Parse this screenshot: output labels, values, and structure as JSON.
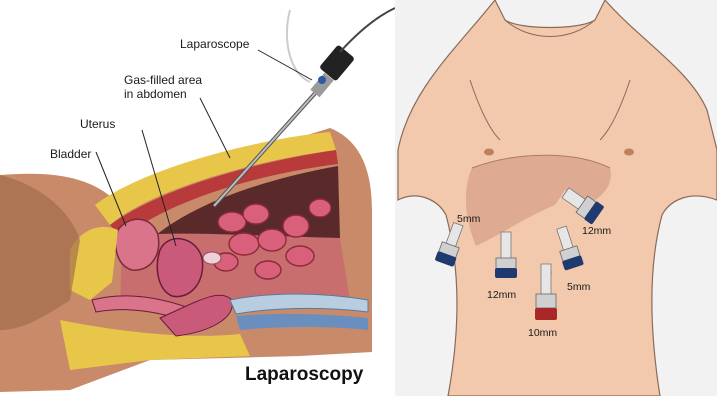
{
  "left_panel": {
    "labels": {
      "laparoscope": "Laparoscope",
      "gas_line1": "Gas-filled area",
      "gas_line2": "in abdomen",
      "uterus": "Uterus",
      "bladder": "Bladder"
    },
    "title": "Laparoscopy"
  },
  "right_panel": {
    "ports": [
      {
        "id": "port-5mm-left",
        "label": "5mm"
      },
      {
        "id": "port-12mm-right",
        "label": "12mm"
      },
      {
        "id": "port-12mm-lower",
        "label": "12mm"
      },
      {
        "id": "port-5mm-lower",
        "label": "5mm"
      },
      {
        "id": "port-10mm-umbilical",
        "label": "10mm"
      }
    ]
  },
  "colors": {
    "skin": "#f3c9ad",
    "skin_outline": "#8a6a58",
    "liver": "#d9a58c",
    "port_blue": "#1e3a6e",
    "port_red": "#a8282a",
    "fat_yellow": "#e8c64a",
    "organ_pink": "#d9748a",
    "background_right": "#f2f2f2"
  }
}
